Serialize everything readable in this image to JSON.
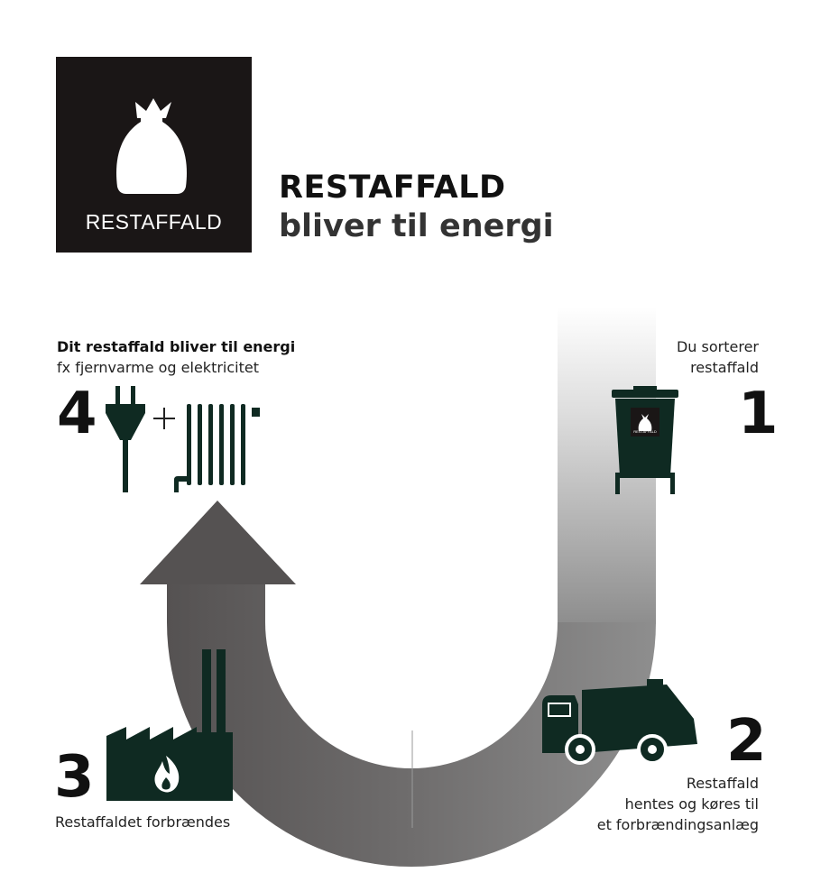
{
  "badge": {
    "label": "RESTAFFALD",
    "icon": "trash-bag-icon"
  },
  "title": {
    "line1": "RESTAFFALD",
    "line2": "bliver til energi"
  },
  "colors": {
    "dark_green": "#0f2a22",
    "badge_bg": "#1a1616"
  },
  "steps": [
    {
      "number": "1",
      "lines": [
        "Du sorterer",
        "restaffald"
      ],
      "icon": "wheelie-bin-icon"
    },
    {
      "number": "2",
      "lines": [
        "Restaffald",
        "hentes og køres til",
        "et forbrændingsanlæg"
      ],
      "icon": "garbage-truck-icon"
    },
    {
      "number": "3",
      "lines": [
        "Restaffaldet forbrændes"
      ],
      "icon": "incineration-plant-icon"
    },
    {
      "number": "4",
      "lines": [
        "Dit restaffald bliver til energi",
        "fx fjernvarme og elektricitet"
      ],
      "icons": [
        "power-plug-icon",
        "plus-icon",
        "radiator-icon"
      ]
    }
  ],
  "bin_label": "RESTAFFALD"
}
